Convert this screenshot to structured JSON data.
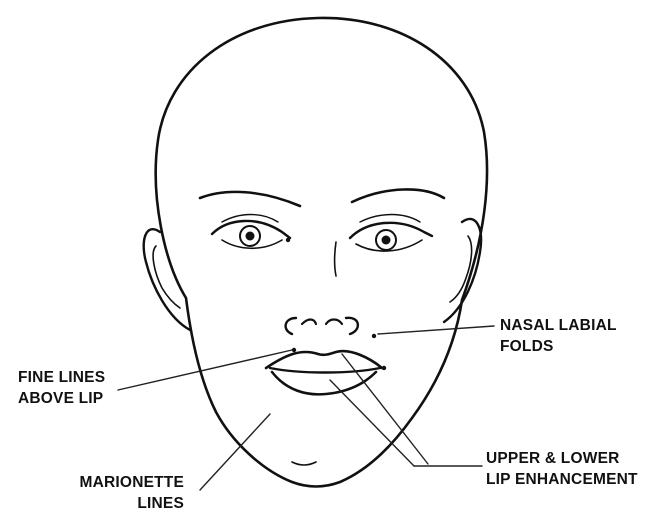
{
  "labels": {
    "nasal": {
      "line1": "NASAL LABIAL",
      "line2": "FOLDS"
    },
    "fine": {
      "line1": "FINE LINES",
      "line2": "ABOVE LIP"
    },
    "marionette": {
      "line1": "MARIONETTE",
      "line2": "LINES"
    },
    "lip": {
      "line1": "UPPER & LOWER",
      "line2": "LIP ENHANCEMENT"
    }
  },
  "colors": {
    "ink": "#111111",
    "background": "#ffffff"
  }
}
